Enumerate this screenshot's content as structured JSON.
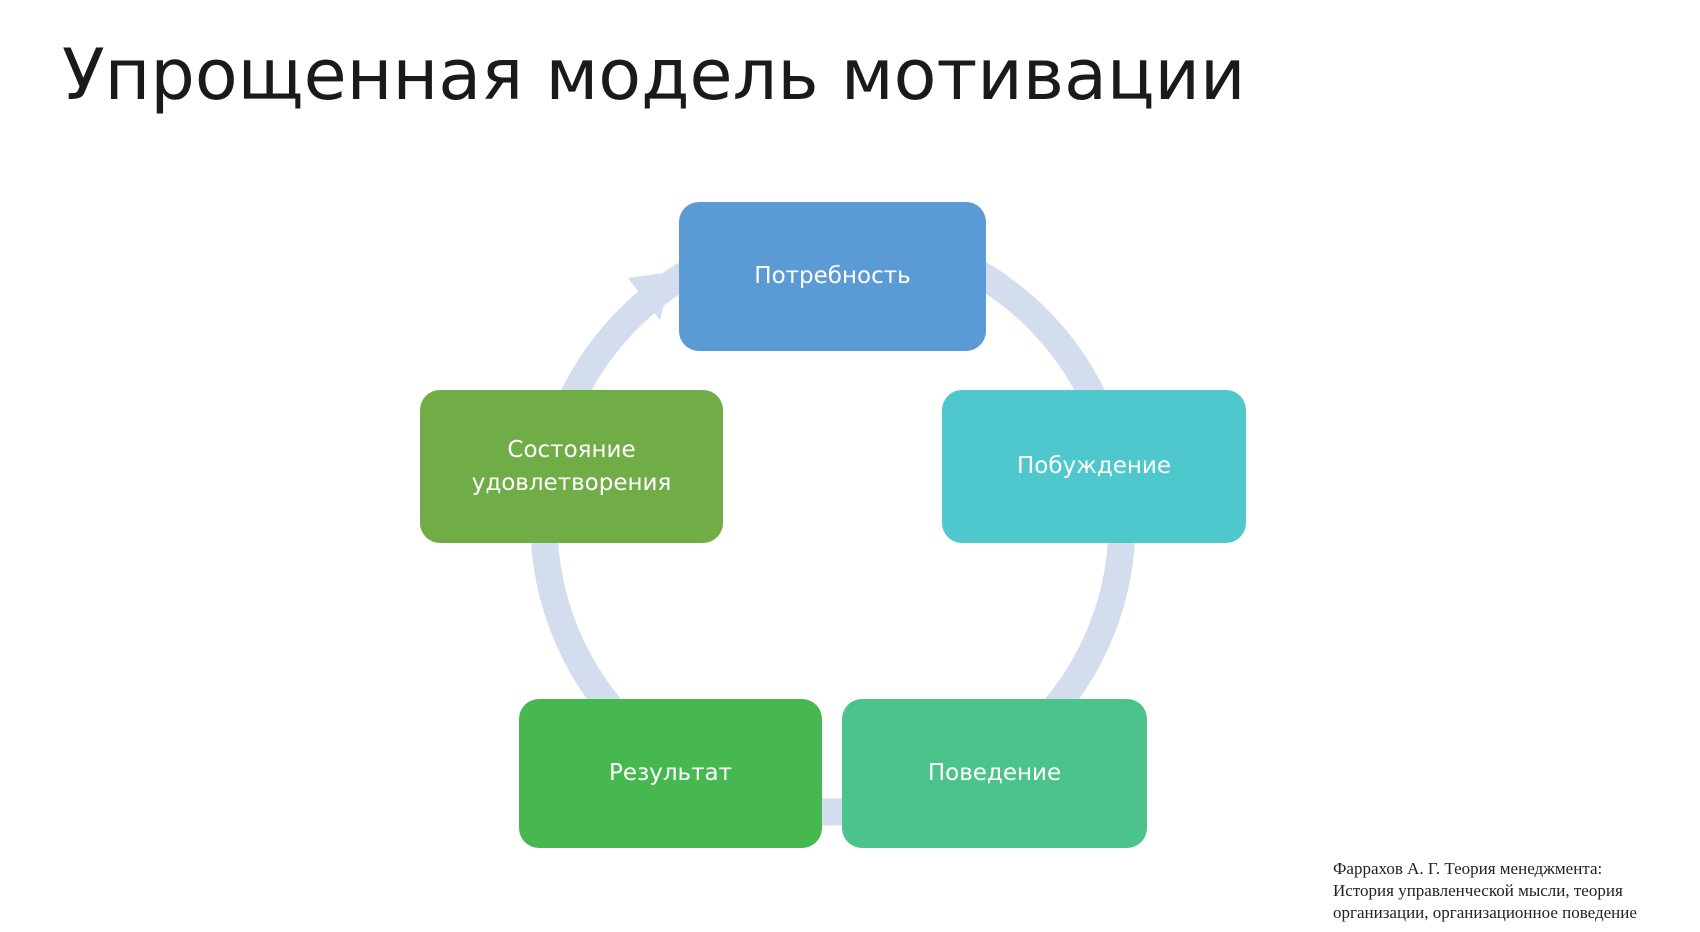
{
  "title": "Упрощенная модель мотивации",
  "cycle": [
    {
      "label": "Потребность",
      "color": "#5b9bd5"
    },
    {
      "label": "Побуждение",
      "color": "#4fc8cd"
    },
    {
      "label": "Поведение",
      "color": "#4dc38c"
    },
    {
      "label": "Результат",
      "color": "#47b84f"
    },
    {
      "label": "Состояние удовлетворения",
      "color": "#70ad47"
    }
  ],
  "ring_color": "#d3ddee",
  "citation": [
    "Фаррахов А. Г. Теория менеджмента:",
    "История управленческой мысли, теория",
    "организации, организационное поведение"
  ]
}
